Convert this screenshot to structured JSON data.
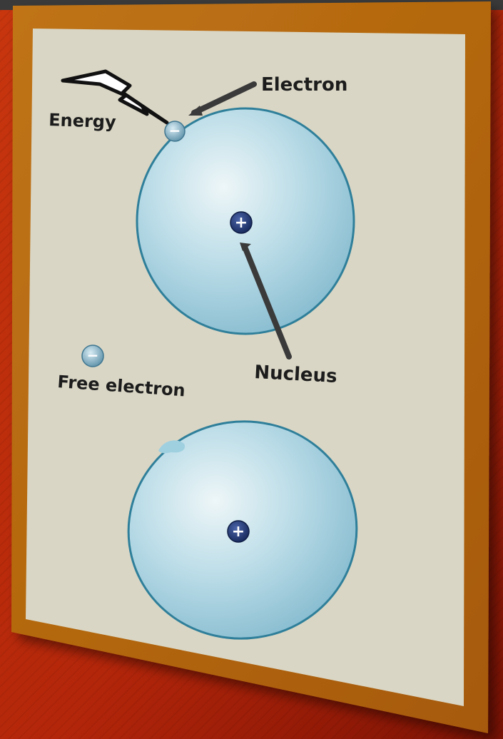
{
  "labels": {
    "electron": "Electron",
    "energy": "Energy",
    "nucleus": "Nucleus",
    "free_electron": "Free electron"
  },
  "symbols": {
    "plus": "+",
    "minus": "−"
  },
  "colors": {
    "background_red": "#b82a0c",
    "background_dark": "#7a1406",
    "frame_orange": "#b8690f",
    "board": "#d8d5c4",
    "atom_fill": "#a9d2e0",
    "atom_edge": "#2f7f9a",
    "nucleus": "#233a74",
    "electron": "#6a9fb8",
    "arrow": "#3a3a3a"
  }
}
